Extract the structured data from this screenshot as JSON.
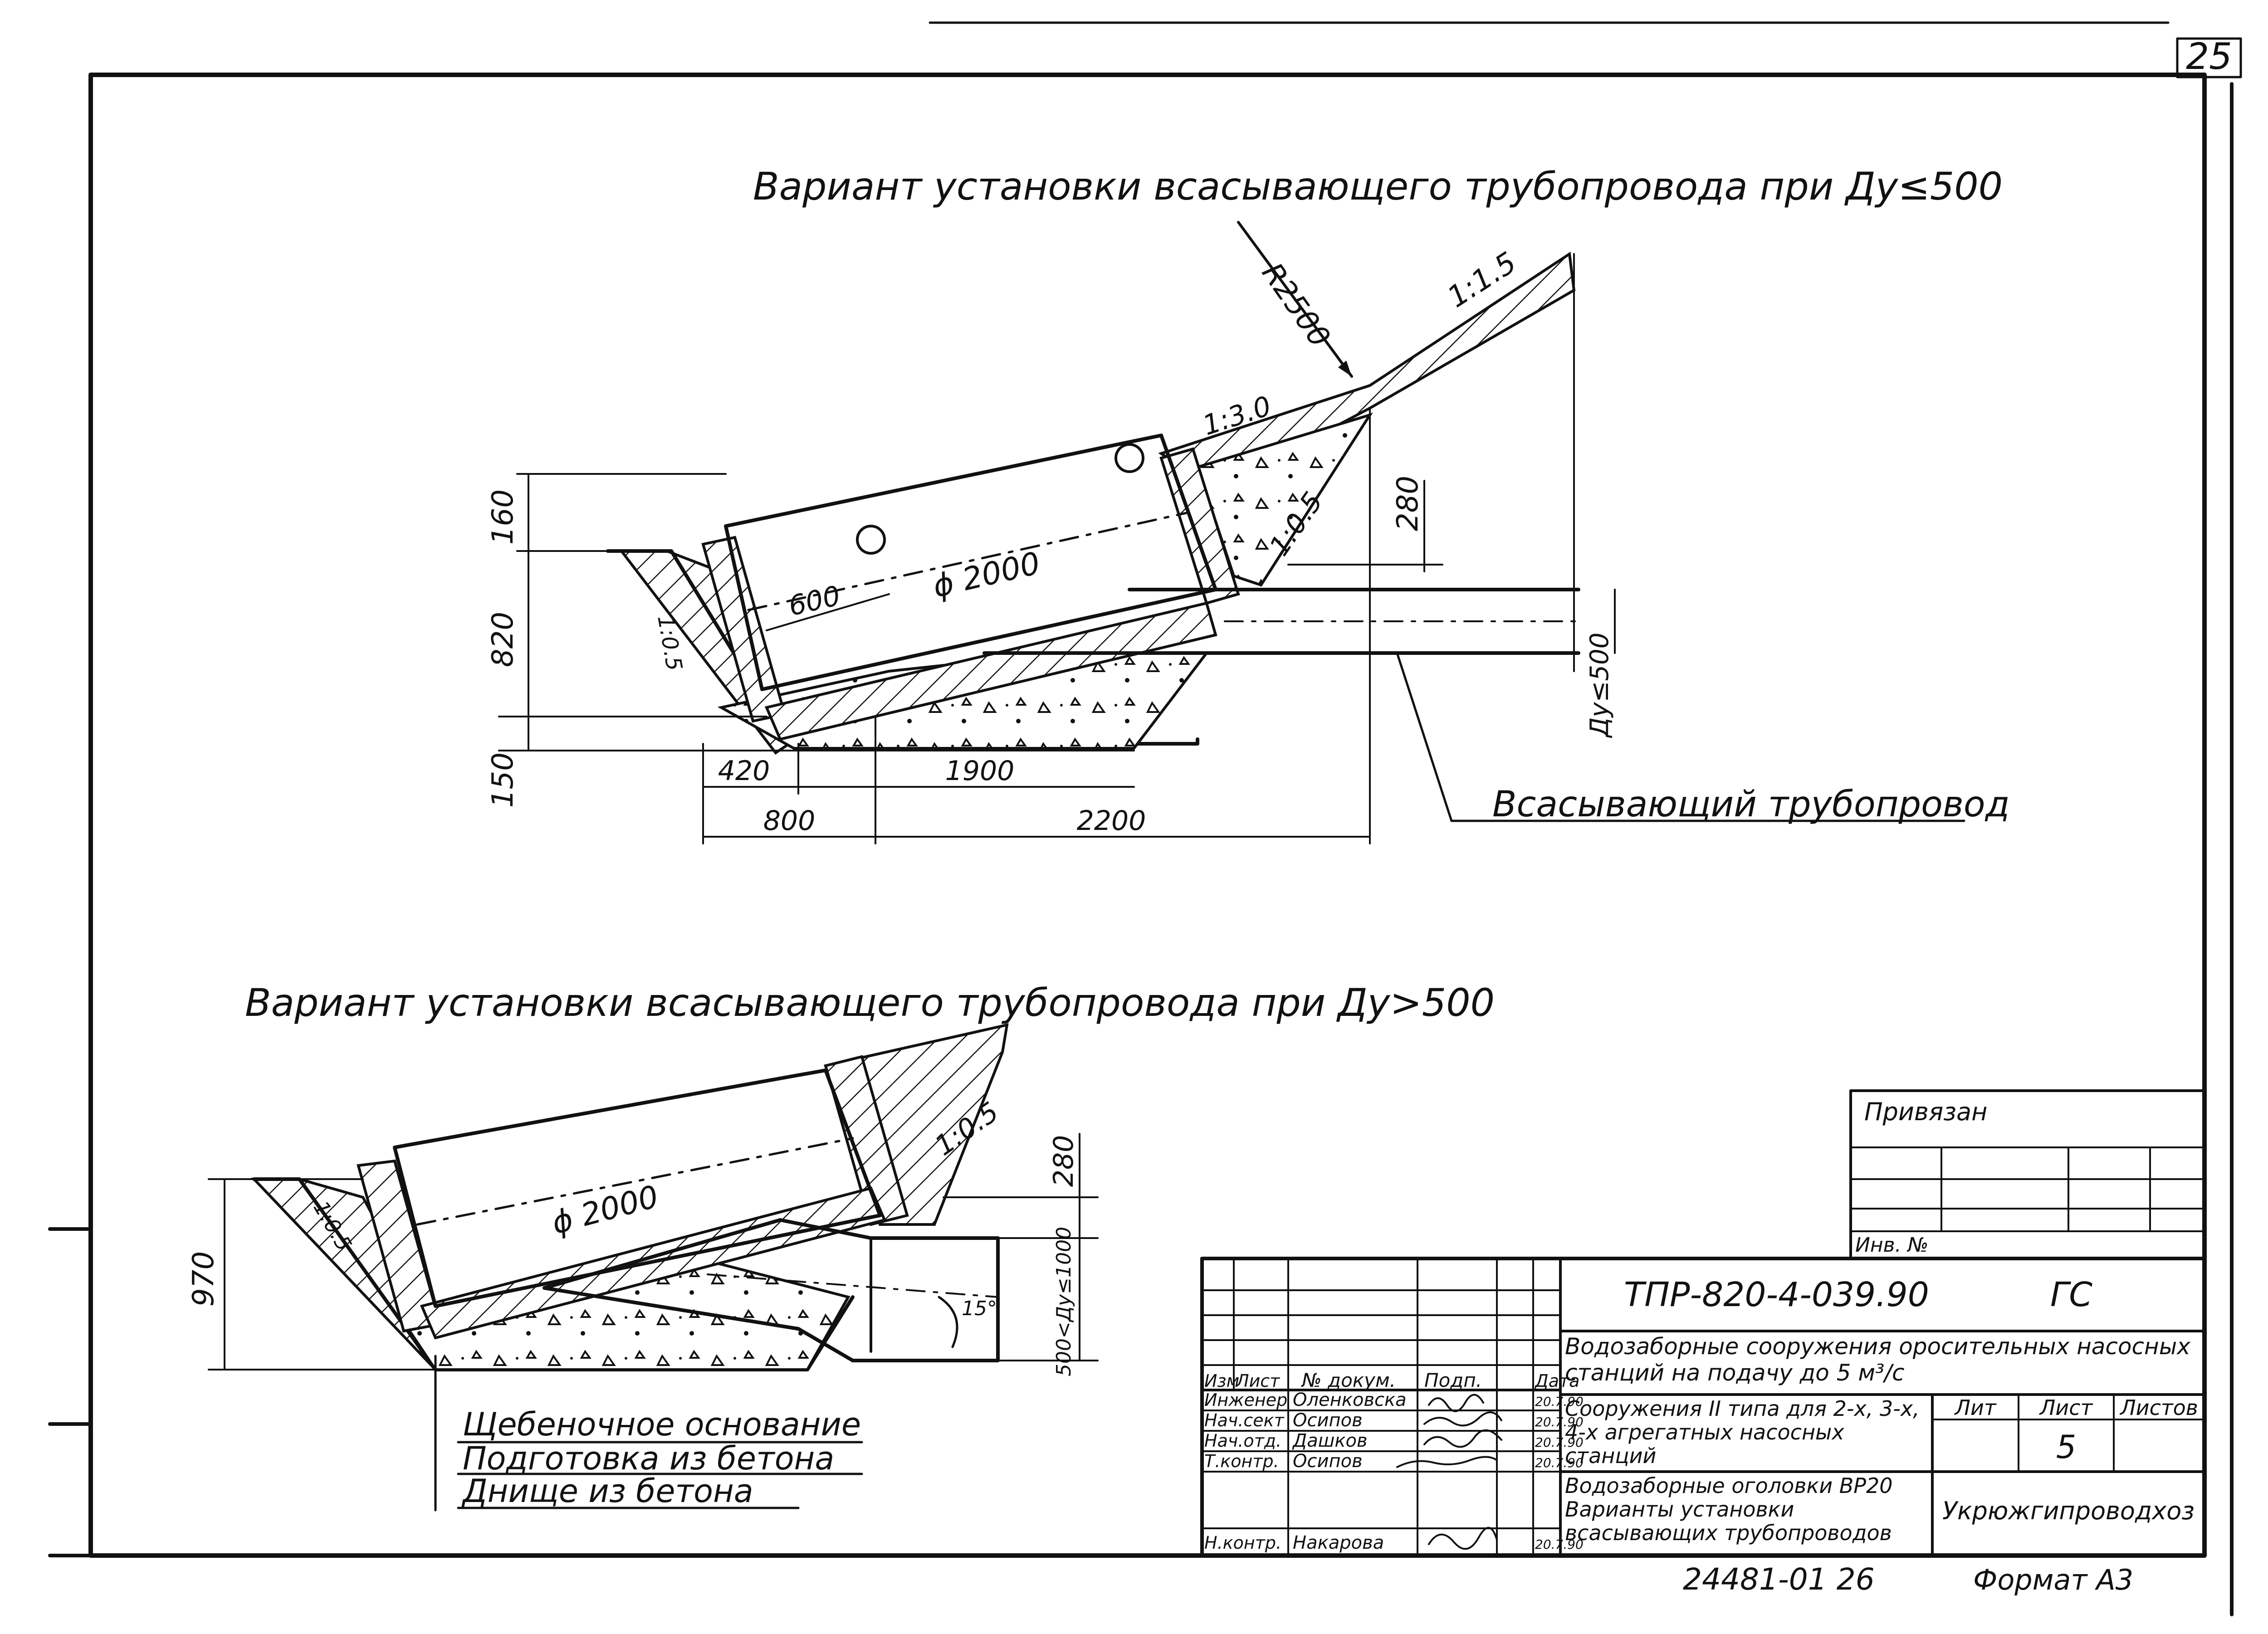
{
  "sheet": {
    "page_number": "25",
    "inventory_number": "24481-01  26",
    "format_label": "Формат А3"
  },
  "top_view": {
    "title": "Вариант установки всасывающего трубопровода при  Ду≤500",
    "labels": {
      "radius": "R2500",
      "slope_top": "1:1.5",
      "slope_mid": "1:3.0",
      "slope_right": "1:0.5",
      "slope_left": "1:0.5",
      "diameter": "ϕ 2000",
      "pipe_label": "Всасывающий  трубопровод",
      "du": "Ду≤500"
    },
    "dims": {
      "d160": "160",
      "d820": "820",
      "d150": "150",
      "d280": "280",
      "d600": "600",
      "d420": "420",
      "d1900": "1900",
      "d800": "800",
      "d2200": "2200"
    }
  },
  "bottom_view": {
    "title": "Вариант установки всасывающего трубопровода при  Ду>500",
    "labels": {
      "diameter": "ϕ 2000",
      "slope_right": "1:0.5",
      "slope_left": "1:0.5",
      "angle": "15°"
    },
    "dims": {
      "d970": "970",
      "d280": "280",
      "d_du": "500<Ду≤1000"
    },
    "legend": [
      "Щебеночное  основание",
      "Подготовка  из  бетона",
      "Днище  из  бетона"
    ]
  },
  "binding_table": {
    "title": "Привязан",
    "inv_label": "Инв. №"
  },
  "title_block": {
    "designation": "ТПР-820-4-039.90",
    "stage_code": "ГС",
    "description_1": "Водозаборные сооружения оросительных насосных станций на подачу до 5 м³/с",
    "description_2": "Сооружения II типа для 2-х, 3-х, 4-х агрегатных насосных станций",
    "description_3": "Водозаборные оголовки ВР20 Варианты установки всасывающих трубопроводов",
    "organization": "Укрюжгипроводхоз",
    "sheet_no": "5",
    "header_cells": [
      "Изм",
      "Лист",
      "№ докум.",
      "Подп.",
      "Дата"
    ],
    "stage_headers": [
      "Лит",
      "Лист",
      "Листов"
    ],
    "rows": [
      {
        "role": "Инженер",
        "name": "Оленковска",
        "date": "20.7.90"
      },
      {
        "role": "Нач.сект",
        "name": "Осипов",
        "date": "20.7.90"
      },
      {
        "role": "Нач.отд.",
        "name": "Дашков",
        "date": "20.7.90"
      },
      {
        "role": "Т.контр.",
        "name": "Осипов",
        "date": "20.7.90"
      },
      {
        "role": "Н.контр.",
        "name": "Накарова",
        "date": "20.7.90"
      }
    ]
  }
}
